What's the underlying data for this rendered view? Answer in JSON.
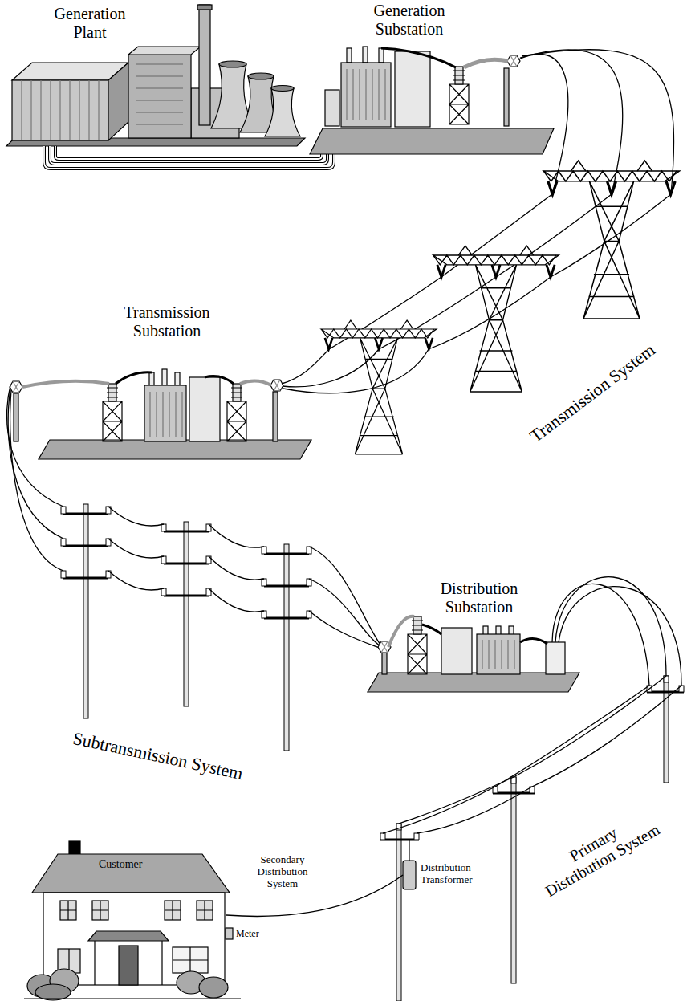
{
  "diagram": {
    "labels": [
      "Generation Plant",
      "Generation Substation",
      "Transmission System",
      "Transmission Substation",
      "Subtransmission System",
      "Distribution Substation",
      "Customer",
      "Secondary Distribution System",
      "Distribution Transformer",
      "Meter",
      "Primary Distribution System"
    ]
  }
}
